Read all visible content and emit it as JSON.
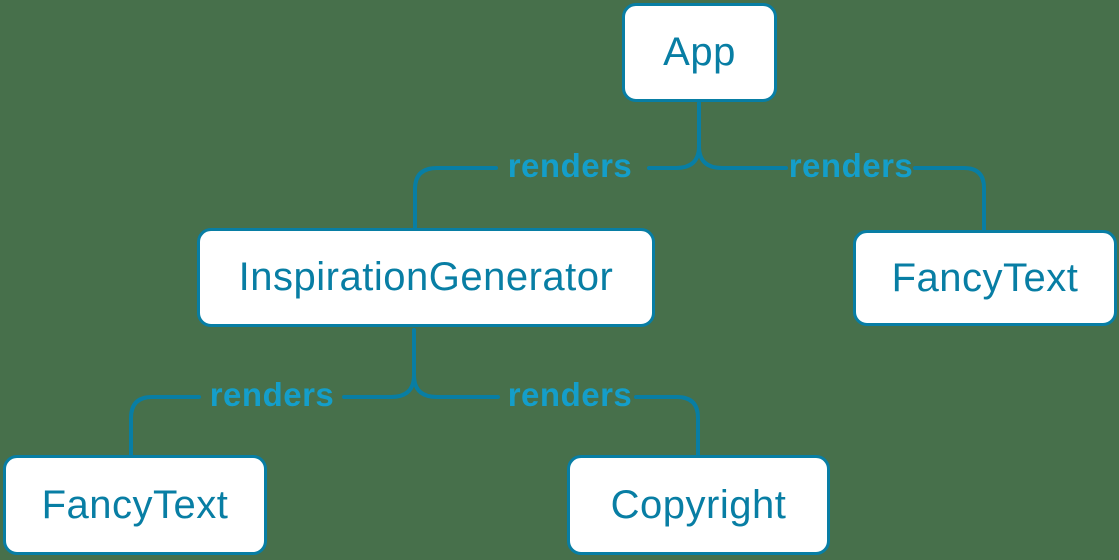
{
  "diagram": {
    "type": "component-render-tree",
    "background_color": "#47704b",
    "accent_color": "#087ea4",
    "edge_label_color": "#149eca",
    "node_fill_color": "#ffffff",
    "nodes": [
      {
        "id": "app",
        "label": "App"
      },
      {
        "id": "inspiration-generator",
        "label": "InspirationGenerator"
      },
      {
        "id": "fancy-text-right",
        "label": "FancyText"
      },
      {
        "id": "fancy-text-left",
        "label": "FancyText"
      },
      {
        "id": "copyright",
        "label": "Copyright"
      }
    ],
    "edges": [
      {
        "from": "App",
        "to": "InspirationGenerator",
        "label": "renders"
      },
      {
        "from": "App",
        "to": "FancyText",
        "label": "renders"
      },
      {
        "from": "InspirationGenerator",
        "to": "FancyText",
        "label": "renders"
      },
      {
        "from": "InspirationGenerator",
        "to": "Copyright",
        "label": "renders"
      }
    ]
  }
}
